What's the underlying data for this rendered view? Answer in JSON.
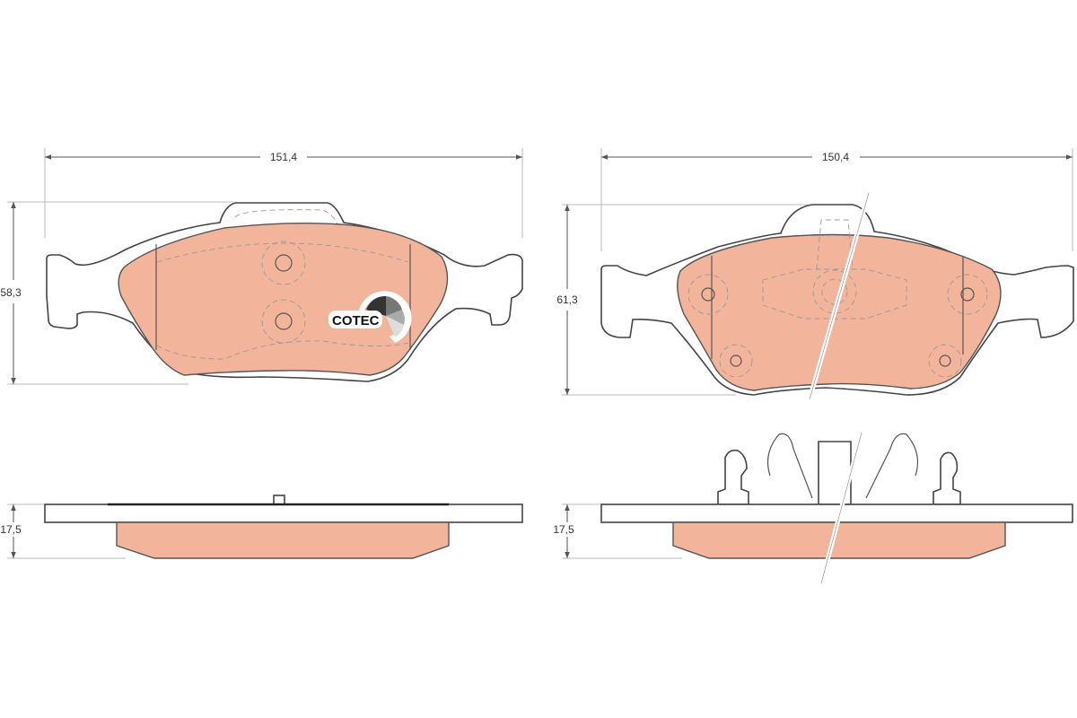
{
  "dimensions": {
    "left_width": "151,4",
    "left_height": "58,3",
    "left_thickness": "17,5",
    "right_width": "150,4",
    "right_height": "61,3",
    "right_thickness": "17,5"
  },
  "logo": {
    "text": "COTEC"
  },
  "colors": {
    "friction_material": "#f2b49a",
    "outline": "#444444"
  }
}
